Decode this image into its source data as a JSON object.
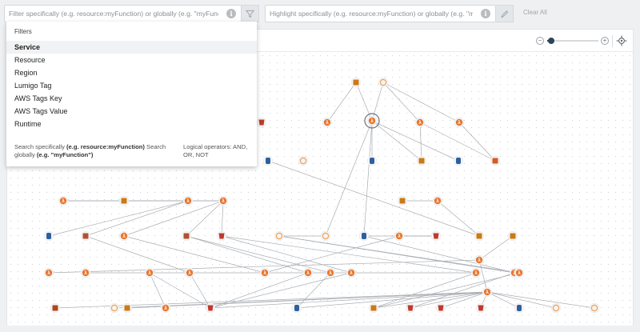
{
  "filter": {
    "placeholder": "Filter specifically (e.g. resource:myFunction) or globally (e.g. \"myFunction\")"
  },
  "highlight": {
    "placeholder": "Highlight specifically (e.g. resource:myFunction) or globally (e.g. \"myFunction\")"
  },
  "clear_all": "Clear All",
  "dropdown": {
    "title": "Filters",
    "items": [
      {
        "label": "Service",
        "active": true
      },
      {
        "label": "Resource",
        "active": false
      },
      {
        "label": "Region",
        "active": false
      },
      {
        "label": "Lumigo Tag",
        "active": false
      },
      {
        "label": "AWS Tags Key",
        "active": false
      },
      {
        "label": "AWS Tags Value",
        "active": false
      },
      {
        "label": "Runtime",
        "active": false
      }
    ],
    "footer": {
      "search_prefix": "Search specifically",
      "search_specific_example": "(e.g. resource:myFunction)",
      "search_global": "Search globally",
      "search_global_example": "(e.g. \"myFunction\")",
      "logical_operators": "Logical operators: AND, OR, NOT"
    }
  },
  "zoom": {
    "level": 0.08
  },
  "colors": {
    "lambda": "#e8772e",
    "dynamodb": "#2e5f9e",
    "s3": "#c0392b",
    "sns": "#c0392b",
    "api_gateway": "#b4502f",
    "external": "#f0a055",
    "kinesis": "#b0471c",
    "step_functions": "#d85a1e",
    "sqs": "#cc7a16",
    "cognito": "#c0392b",
    "edge": "#a9adb2"
  },
  "graph": {
    "nodes": [
      {
        "id": "n1",
        "icon": "sqs"
      },
      {
        "id": "n2",
        "icon": "external"
      },
      {
        "id": "n3",
        "icon": "lambda"
      },
      {
        "id": "n4",
        "icon": "lambda"
      },
      {
        "id": "n5",
        "icon": "lambda"
      },
      {
        "id": "n6",
        "icon": "lambda"
      },
      {
        "id": "n7",
        "icon": "sns"
      },
      {
        "id": "n8",
        "icon": "dynamodb"
      },
      {
        "id": "n9",
        "icon": "sqs"
      },
      {
        "id": "n10",
        "icon": "dynamodb"
      },
      {
        "id": "n11",
        "icon": "step_functions"
      },
      {
        "id": "n12",
        "icon": "dynamodb"
      },
      {
        "id": "n13",
        "icon": "external"
      },
      {
        "id": "n14",
        "icon": "lambda"
      },
      {
        "id": "n15",
        "icon": "sqs"
      },
      {
        "id": "n16",
        "icon": "lambda"
      },
      {
        "id": "n17",
        "icon": "lambda"
      },
      {
        "id": "n18",
        "icon": "sqs"
      },
      {
        "id": "n19",
        "icon": "lambda"
      },
      {
        "id": "n20",
        "icon": "dynamodb"
      },
      {
        "id": "n21",
        "icon": "api_gateway"
      },
      {
        "id": "n22",
        "icon": "lambda"
      },
      {
        "id": "n23",
        "icon": "api_gateway"
      },
      {
        "id": "n24",
        "icon": "s3"
      },
      {
        "id": "n25",
        "icon": "external"
      },
      {
        "id": "n26",
        "icon": "external"
      },
      {
        "id": "n27",
        "icon": "dynamodb"
      },
      {
        "id": "n28",
        "icon": "lambda"
      },
      {
        "id": "n29",
        "icon": "s3"
      },
      {
        "id": "n30",
        "icon": "sqs"
      },
      {
        "id": "n31",
        "icon": "sqs"
      },
      {
        "id": "n32",
        "icon": "lambda"
      },
      {
        "id": "n33",
        "icon": "lambda"
      },
      {
        "id": "n34",
        "icon": "lambda"
      },
      {
        "id": "n35",
        "icon": "lambda"
      },
      {
        "id": "n36",
        "icon": "lambda"
      },
      {
        "id": "n37",
        "icon": "lambda"
      },
      {
        "id": "n38",
        "icon": "lambda"
      },
      {
        "id": "n39",
        "icon": "lambda"
      },
      {
        "id": "n40",
        "icon": "lambda"
      },
      {
        "id": "n41",
        "icon": "lambda"
      },
      {
        "id": "n42",
        "icon": "lambda"
      },
      {
        "id": "n43",
        "icon": "lambda"
      },
      {
        "id": "n44",
        "icon": "lambda"
      },
      {
        "id": "n45",
        "icon": "external"
      },
      {
        "id": "n46",
        "icon": "cognito"
      },
      {
        "id": "n47",
        "icon": "dynamodb"
      },
      {
        "id": "n48",
        "icon": "sqs"
      },
      {
        "id": "n49",
        "icon": "sns"
      },
      {
        "id": "n50",
        "icon": "sns"
      },
      {
        "id": "n51",
        "icon": "sns"
      },
      {
        "id": "n52",
        "icon": "dynamodb"
      },
      {
        "id": "n53",
        "icon": "external"
      },
      {
        "id": "n54",
        "icon": "external"
      },
      {
        "id": "n55",
        "icon": "kinesis"
      },
      {
        "id": "n56",
        "icon": "sqs"
      },
      {
        "id": "n57",
        "icon": "lambda"
      }
    ],
    "edges": [
      [
        "n1",
        "n3"
      ],
      [
        "n1",
        "n4"
      ],
      [
        "n2",
        "n4"
      ],
      [
        "n2",
        "n5"
      ],
      [
        "n2",
        "n6"
      ],
      [
        "n4",
        "n8"
      ],
      [
        "n4",
        "n9"
      ],
      [
        "n4",
        "n10"
      ],
      [
        "n5",
        "n9"
      ],
      [
        "n5",
        "n11"
      ],
      [
        "n6",
        "n11"
      ],
      [
        "n4",
        "n27"
      ],
      [
        "n4",
        "n26"
      ],
      [
        "n14",
        "n16"
      ],
      [
        "n14",
        "n17"
      ],
      [
        "n15",
        "n17"
      ],
      [
        "n16",
        "n20"
      ],
      [
        "n16",
        "n21"
      ],
      [
        "n17",
        "n22"
      ],
      [
        "n17",
        "n23"
      ],
      [
        "n17",
        "n24"
      ],
      [
        "n18",
        "n19"
      ],
      [
        "n19",
        "n30"
      ],
      [
        "n28",
        "n29"
      ],
      [
        "n28",
        "n36"
      ],
      [
        "n29",
        "n27"
      ],
      [
        "n25",
        "n26"
      ],
      [
        "n21",
        "n35"
      ],
      [
        "n22",
        "n36"
      ],
      [
        "n23",
        "n37"
      ],
      [
        "n23",
        "n38"
      ],
      [
        "n24",
        "n39"
      ],
      [
        "n24",
        "n40"
      ],
      [
        "n25",
        "n41"
      ],
      [
        "n25",
        "n42"
      ],
      [
        "n31",
        "n43"
      ],
      [
        "n32",
        "n43"
      ],
      [
        "n43",
        "n44"
      ],
      [
        "n44",
        "n45"
      ],
      [
        "n44",
        "n46"
      ],
      [
        "n44",
        "n47"
      ],
      [
        "n44",
        "n48"
      ],
      [
        "n44",
        "n49"
      ],
      [
        "n44",
        "n50"
      ],
      [
        "n44",
        "n51"
      ],
      [
        "n44",
        "n52"
      ],
      [
        "n44",
        "n53"
      ],
      [
        "n44",
        "n54"
      ],
      [
        "n44",
        "n55"
      ],
      [
        "n44",
        "n56"
      ],
      [
        "n34",
        "n57"
      ],
      [
        "n35",
        "n46"
      ],
      [
        "n37",
        "n46"
      ],
      [
        "n38",
        "n47"
      ],
      [
        "n39",
        "n46"
      ],
      [
        "n40",
        "n48"
      ],
      [
        "n41",
        "n49"
      ],
      [
        "n42",
        "n48"
      ],
      [
        "n33",
        "n40"
      ],
      [
        "n34",
        "n46"
      ],
      [
        "n30",
        "n12"
      ],
      [
        "n27",
        "n41"
      ]
    ]
  }
}
